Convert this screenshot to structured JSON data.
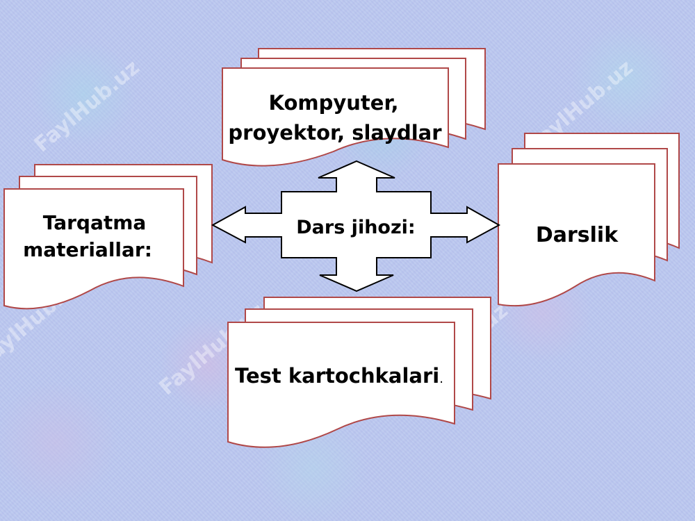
{
  "watermark": "FaylHub.uz",
  "center": {
    "label": "Dars jihozi:"
  },
  "nodes": {
    "top": {
      "line1": "Kompyuter,",
      "line2": "proyektor, slaydlar"
    },
    "left": {
      "line1": "Tarqatma",
      "line2": "materiallar:"
    },
    "right": {
      "label": "Darslik"
    },
    "bottom": {
      "label": "Test kartochkalari",
      "suffix": "."
    }
  },
  "colors": {
    "doc_border": "#b04848",
    "arrow_stroke": "#000000",
    "background": "#b9c6ee"
  }
}
